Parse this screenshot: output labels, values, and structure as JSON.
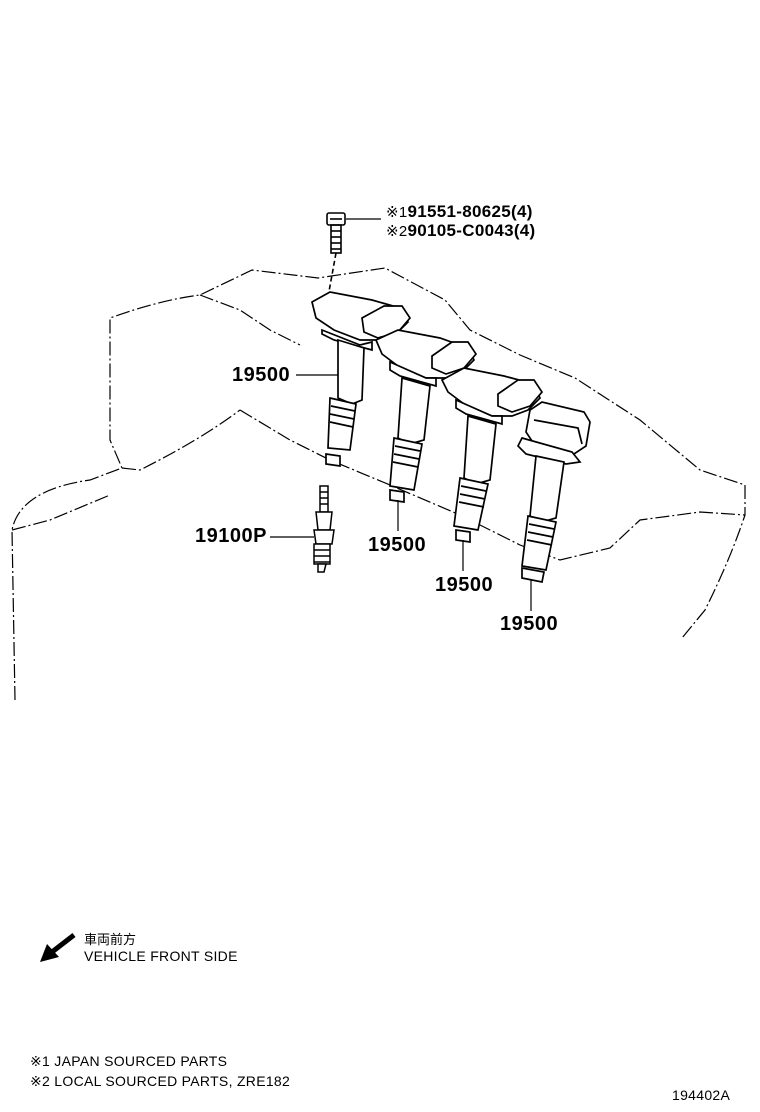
{
  "bolt_labels": [
    {
      "mark": "※1",
      "part": "91551-80625(4)"
    },
    {
      "mark": "※2",
      "part": "90105-C0043(4)"
    }
  ],
  "part_labels": {
    "coil_1": "19500",
    "plug": "19100P",
    "coil_2": "19500",
    "coil_3": "19500",
    "coil_4": "19500"
  },
  "direction": {
    "japanese": "車両前方",
    "english": "VEHICLE FRONT SIDE"
  },
  "notes": [
    "※1 JAPAN SOURCED PARTS",
    "※2 LOCAL SOURCED PARTS, ZRE182"
  ],
  "diagram_id": "194402A"
}
